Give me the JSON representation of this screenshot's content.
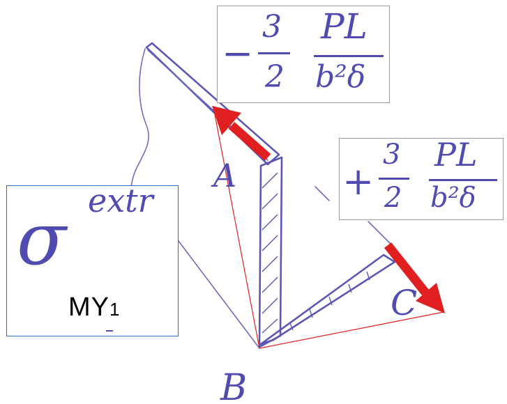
{
  "points": {
    "a": "A",
    "b": "B",
    "c": "C"
  },
  "formula_top": {
    "sign": "−",
    "numerator": "3",
    "denominator": "2",
    "frac_numerator": "PL",
    "frac_denominator": "b²δ"
  },
  "formula_right": {
    "sign": "+",
    "numerator": "3",
    "denominator": "2",
    "frac_numerator": "PL",
    "frac_denominator": "b²δ"
  },
  "legend": {
    "symbol": "σ",
    "subscript": "extr",
    "moment_main": "MY",
    "moment_sub": "1"
  },
  "colors": {
    "ink": "#5b57b4",
    "arrow": "#e02020",
    "box_border_gray": "#9a9a9a",
    "box_border_blue": "#2a6fc2"
  }
}
